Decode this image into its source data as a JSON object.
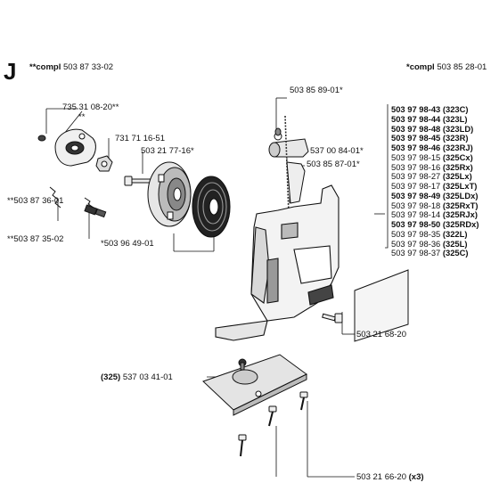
{
  "section_letter": "J",
  "compl_left": {
    "prefix": "**compl",
    "number": "503 87 33-02"
  },
  "compl_right": {
    "prefix": "*compl",
    "number": "503 85 28-01"
  },
  "labels": {
    "p735": "735 31 08-20**",
    "p735b": "**",
    "p731": "731 71 16-51",
    "p50321": "503 21 77-16*",
    "p87_36": "**503 87 36-01",
    "p87_35": "**503 87 35-02",
    "p96": "*503 96 49-01",
    "p8589": "503 85 89-01*",
    "p537": "537 00 84-01*",
    "p8587": "503 85 87-01*",
    "p2168": "503 21 68-20",
    "p325_prefix": "(325)",
    "p325_num": "537 03 41-01",
    "p2166": "503 21 66-20",
    "p2166_suffix": "(x3)"
  },
  "variants": [
    {
      "num": "503 97 98-43",
      "model": "(323C)",
      "bold": true
    },
    {
      "num": "503 97 98-44",
      "model": "(323L)",
      "bold": true
    },
    {
      "num": "503 97 98-48",
      "model": "(323LD)",
      "bold": true
    },
    {
      "num": "503 97 98-45",
      "model": "(323R)",
      "bold": true
    },
    {
      "num": "503 97 98-46",
      "model": "(323RJ)",
      "bold": true
    },
    {
      "num": "503 97 98-15",
      "model": "(325Cx)",
      "bold": false
    },
    {
      "num": "503 97 98-16",
      "model": "(325Rx)",
      "bold": false
    },
    {
      "num": "503 97 98-27",
      "model": "(325Lx)",
      "bold": false
    },
    {
      "num": "503 97 98-17",
      "model": "(325LxT)",
      "bold": false
    },
    {
      "num": "503 97 98-49",
      "model": "(325LDx)",
      "bold": true
    },
    {
      "num": "503 97 98-18",
      "model": "(325RxT)",
      "bold": false
    },
    {
      "num": "503 97 98-14",
      "model": "(325RJx)",
      "bold": false
    },
    {
      "num": "503 97 98-50",
      "model": "(325RDx)",
      "bold": true
    },
    {
      "num": "503 97 98-35",
      "model": "(322L)",
      "bold": false
    },
    {
      "num": "503 97 98-36",
      "model": "(325L)",
      "bold": false
    },
    {
      "num": "503 97 98-37",
      "model": "(325C)",
      "bold": false
    }
  ]
}
